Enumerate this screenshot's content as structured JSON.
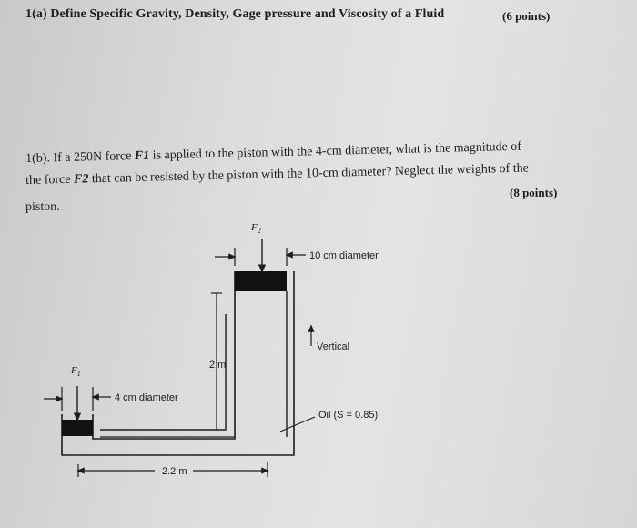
{
  "q1a": {
    "text": "1(a) Define Specific Gravity, Density, Gage pressure and Viscosity of a Fluid",
    "points": "(6 points)"
  },
  "q1b": {
    "line1_pre": "1(b). If a 250N force ",
    "line1_var": "F1",
    "line1_post": " is applied to the piston with the 4-cm diameter, what is the magnitude of",
    "line2_pre": "the force ",
    "line2_var": "F2",
    "line2_post": " that can be resisted by the piston with the 10-cm diameter? Neglect the weights of the",
    "line3": "piston.",
    "points": "(8 points)"
  },
  "figure": {
    "f2_label": "F",
    "f2_sub": "2",
    "f1_label": "F",
    "f1_sub": "1",
    "d10_label": "10 cm diameter",
    "d4_label": "4 cm diameter",
    "vertical_label": "Vertical",
    "height_label": "2 m",
    "width_label": "2.2 m",
    "oil_label": "Oil (S = 0.85)"
  }
}
